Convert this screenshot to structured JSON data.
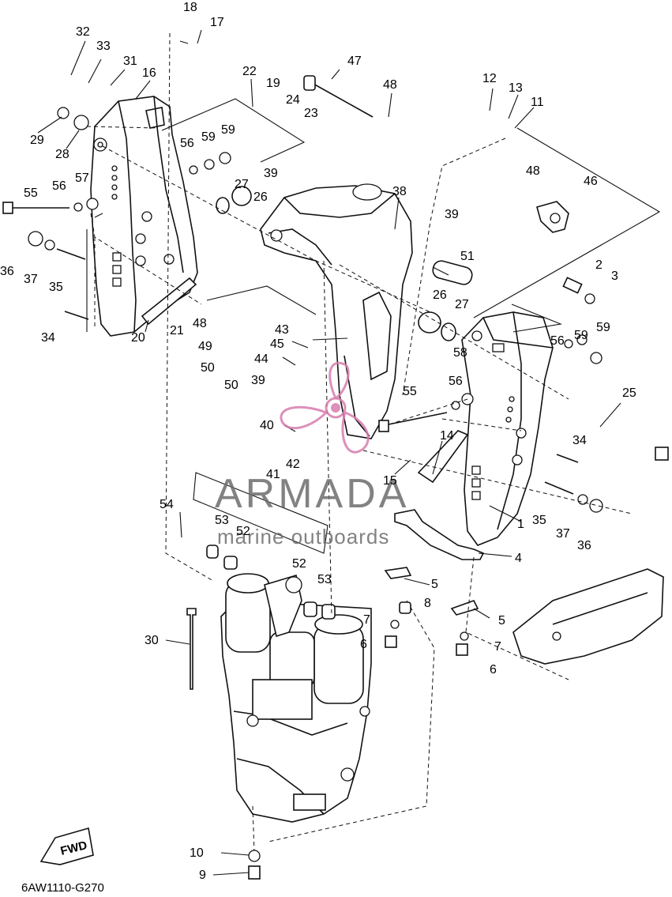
{
  "diagram": {
    "code": "6AW1110-G270",
    "fwd_label": "FWD",
    "watermark": {
      "brand": "ARMADA",
      "tagline": "marine outboards"
    },
    "callouts": [
      {
        "n": "18"
      },
      {
        "n": "17"
      },
      {
        "n": "32"
      },
      {
        "n": "33"
      },
      {
        "n": "31"
      },
      {
        "n": "16"
      },
      {
        "n": "22"
      },
      {
        "n": "19"
      },
      {
        "n": "24"
      },
      {
        "n": "23"
      },
      {
        "n": "47"
      },
      {
        "n": "48"
      },
      {
        "n": "12"
      },
      {
        "n": "13"
      },
      {
        "n": "11"
      },
      {
        "n": "29"
      },
      {
        "n": "28"
      },
      {
        "n": "56"
      },
      {
        "n": "59"
      },
      {
        "n": "59"
      },
      {
        "n": "39"
      },
      {
        "n": "27"
      },
      {
        "n": "26"
      },
      {
        "n": "38"
      },
      {
        "n": "39"
      },
      {
        "n": "48"
      },
      {
        "n": "46"
      },
      {
        "n": "55"
      },
      {
        "n": "56"
      },
      {
        "n": "57"
      },
      {
        "n": "51"
      },
      {
        "n": "2"
      },
      {
        "n": "3"
      },
      {
        "n": "36"
      },
      {
        "n": "37"
      },
      {
        "n": "35"
      },
      {
        "n": "26"
      },
      {
        "n": "27"
      },
      {
        "n": "48"
      },
      {
        "n": "49"
      },
      {
        "n": "43"
      },
      {
        "n": "45"
      },
      {
        "n": "56"
      },
      {
        "n": "59"
      },
      {
        "n": "59"
      },
      {
        "n": "34"
      },
      {
        "n": "20"
      },
      {
        "n": "21"
      },
      {
        "n": "50"
      },
      {
        "n": "44"
      },
      {
        "n": "58"
      },
      {
        "n": "50"
      },
      {
        "n": "39"
      },
      {
        "n": "55"
      },
      {
        "n": "56"
      },
      {
        "n": "25"
      },
      {
        "n": "40"
      },
      {
        "n": "14"
      },
      {
        "n": "42"
      },
      {
        "n": "34"
      },
      {
        "n": "41"
      },
      {
        "n": "15"
      },
      {
        "n": "54"
      },
      {
        "n": "35"
      },
      {
        "n": "37"
      },
      {
        "n": "36"
      },
      {
        "n": "53"
      },
      {
        "n": "52"
      },
      {
        "n": "1"
      },
      {
        "n": "4"
      },
      {
        "n": "52"
      },
      {
        "n": "53"
      },
      {
        "n": "5"
      },
      {
        "n": "7"
      },
      {
        "n": "8"
      },
      {
        "n": "5"
      },
      {
        "n": "30"
      },
      {
        "n": "6"
      },
      {
        "n": "7"
      },
      {
        "n": "6"
      },
      {
        "n": "10"
      },
      {
        "n": "9"
      }
    ]
  }
}
